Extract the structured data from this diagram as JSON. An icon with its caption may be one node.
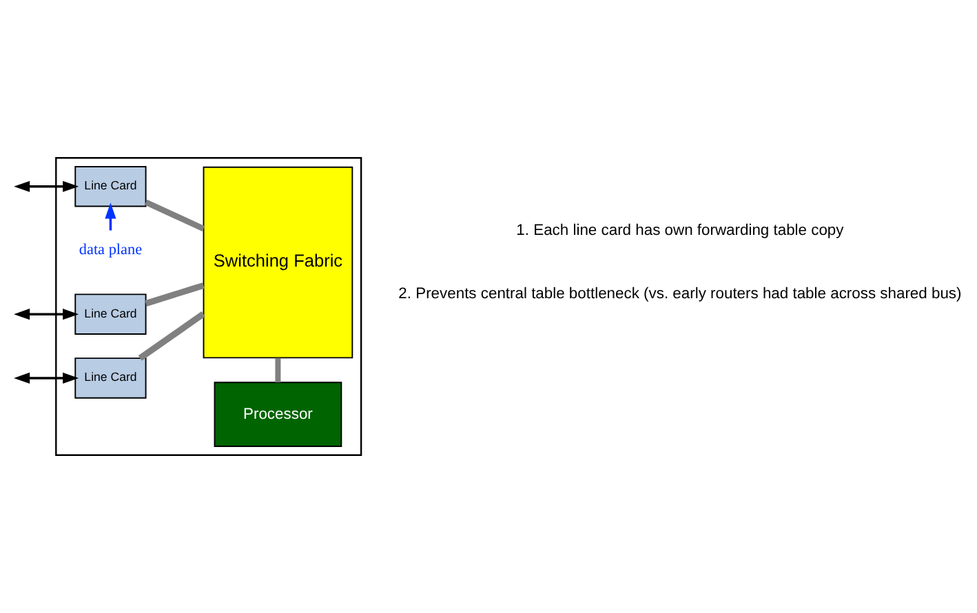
{
  "diagram": {
    "nodes": [
      {
        "text": [],
        "shape": "box"
      },
      {
        "text": [
          "Processor"
        ],
        "in": 0
      },
      {
        "text": [
          "data plane"
        ],
        "in": 0
      },
      {
        "text": [
          "Line Card"
        ],
        "in": 0
      },
      {
        "text": [
          "Switching Fabric"
        ],
        "in": 0
      },
      {
        "text": [
          "Line Card"
        ],
        "in": 0
      },
      {
        "text": [
          "Line Card"
        ],
        "in": 0
      }
    ],
    "edges": [
      {
        "from": 1,
        "to": 4,
        "arrow": "none",
        "style": "thick",
        "color": "#808080"
      },
      {
        "from": 2,
        "to": 3,
        "arrow": "to",
        "color": "#0033ff"
      },
      {
        "from": 3,
        "to": 4,
        "arrow": "none",
        "style": "thick",
        "color": "#808080"
      },
      {
        "from": 5,
        "to": 4,
        "arrow": "none",
        "style": "thick",
        "color": "#808080"
      },
      {
        "from": 6,
        "to": 4,
        "arrow": "none",
        "style": "thick",
        "color": "#808080"
      },
      {
        "from": null,
        "to": 3,
        "arrow": "both",
        "color": "#000000"
      },
      {
        "from": null,
        "to": 5,
        "arrow": "both",
        "color": "#000000"
      },
      {
        "from": null,
        "to": 6,
        "arrow": "both",
        "color": "#000000"
      }
    ],
    "labels": [
      "1. Each line card has own forwarding table copy",
      "2. Prevents central table bottleneck (vs. early routers had table across shared bus)"
    ]
  }
}
